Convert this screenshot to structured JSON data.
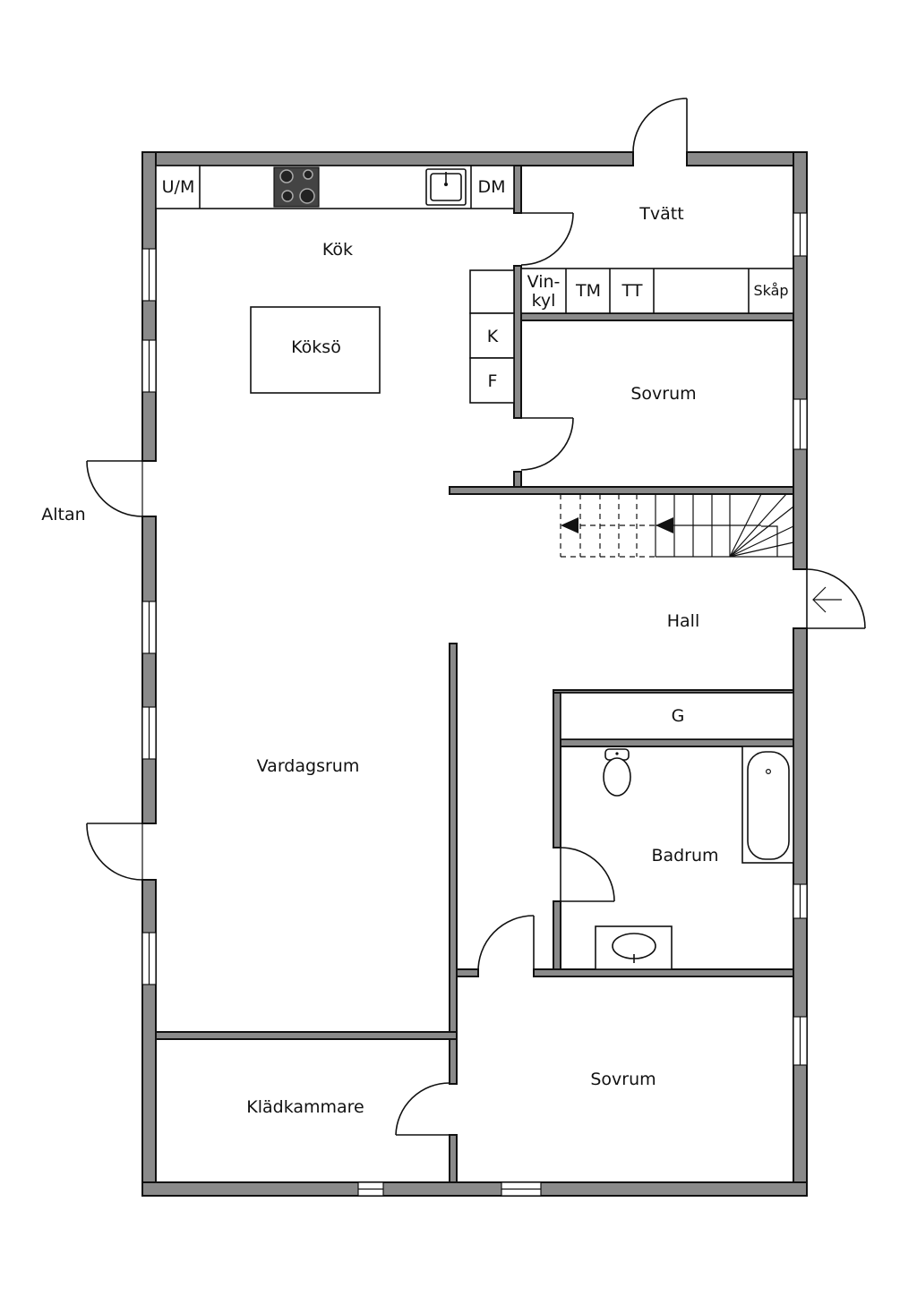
{
  "rooms": {
    "kitchen": "Kök",
    "kitchen_island": "Köksö",
    "laundry": "Tvätt",
    "bedroom_top": "Sovrum",
    "terrace": "Altan",
    "hall": "Hall",
    "living_room": "Vardagsrum",
    "bathroom": "Badrum",
    "wardrobe": "Klädkammare",
    "bedroom_bottom": "Sovrum"
  },
  "fixtures": {
    "washer_micro": "U/M",
    "dishwasher": "DM",
    "wine_cooler_line1": "Vin-",
    "wine_cooler_line2": "kyl",
    "washing_machine": "TM",
    "tumble_dryer": "TT",
    "cabinet": "Skåp",
    "fridge": "K",
    "freezer": "F",
    "wardrobe_g": "G"
  },
  "colors": {
    "wall": "#8a8a8a",
    "outline": "#111111",
    "background": "#ffffff"
  }
}
